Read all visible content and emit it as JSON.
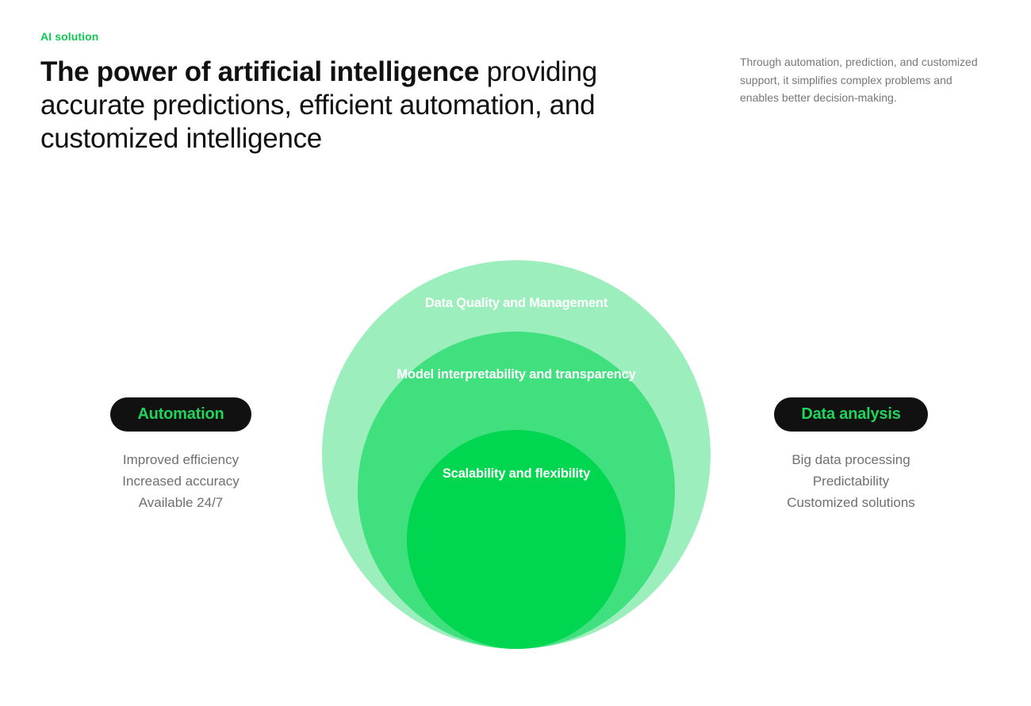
{
  "header": {
    "eyebrow": "AI solution",
    "headline_strong": "The power of artificial intelligence",
    "headline_rest": " providing accurate predictions, efficient automation, and customized intelligence",
    "side_copy": "Through automation, prediction, and customized support, it simplifies complex problems and enables better decision-making."
  },
  "diagram": {
    "rings": [
      {
        "label": "Data Quality and Management",
        "color": "#9cefbd"
      },
      {
        "label": "Model interpretability and transparency",
        "color": "#40e07f"
      },
      {
        "label": "Scalability and flexibility",
        "color": "#00d64f"
      }
    ]
  },
  "left_panel": {
    "title": "Automation",
    "items": [
      "Improved efficiency",
      "Increased accuracy",
      "Available 24/7"
    ]
  },
  "right_panel": {
    "title": "Data analysis",
    "items": [
      "Big data processing",
      "Predictability",
      "Customized solutions"
    ]
  },
  "colors": {
    "accent": "#10c94f",
    "pill_bg": "#111111",
    "pill_text": "#1ed45a"
  }
}
